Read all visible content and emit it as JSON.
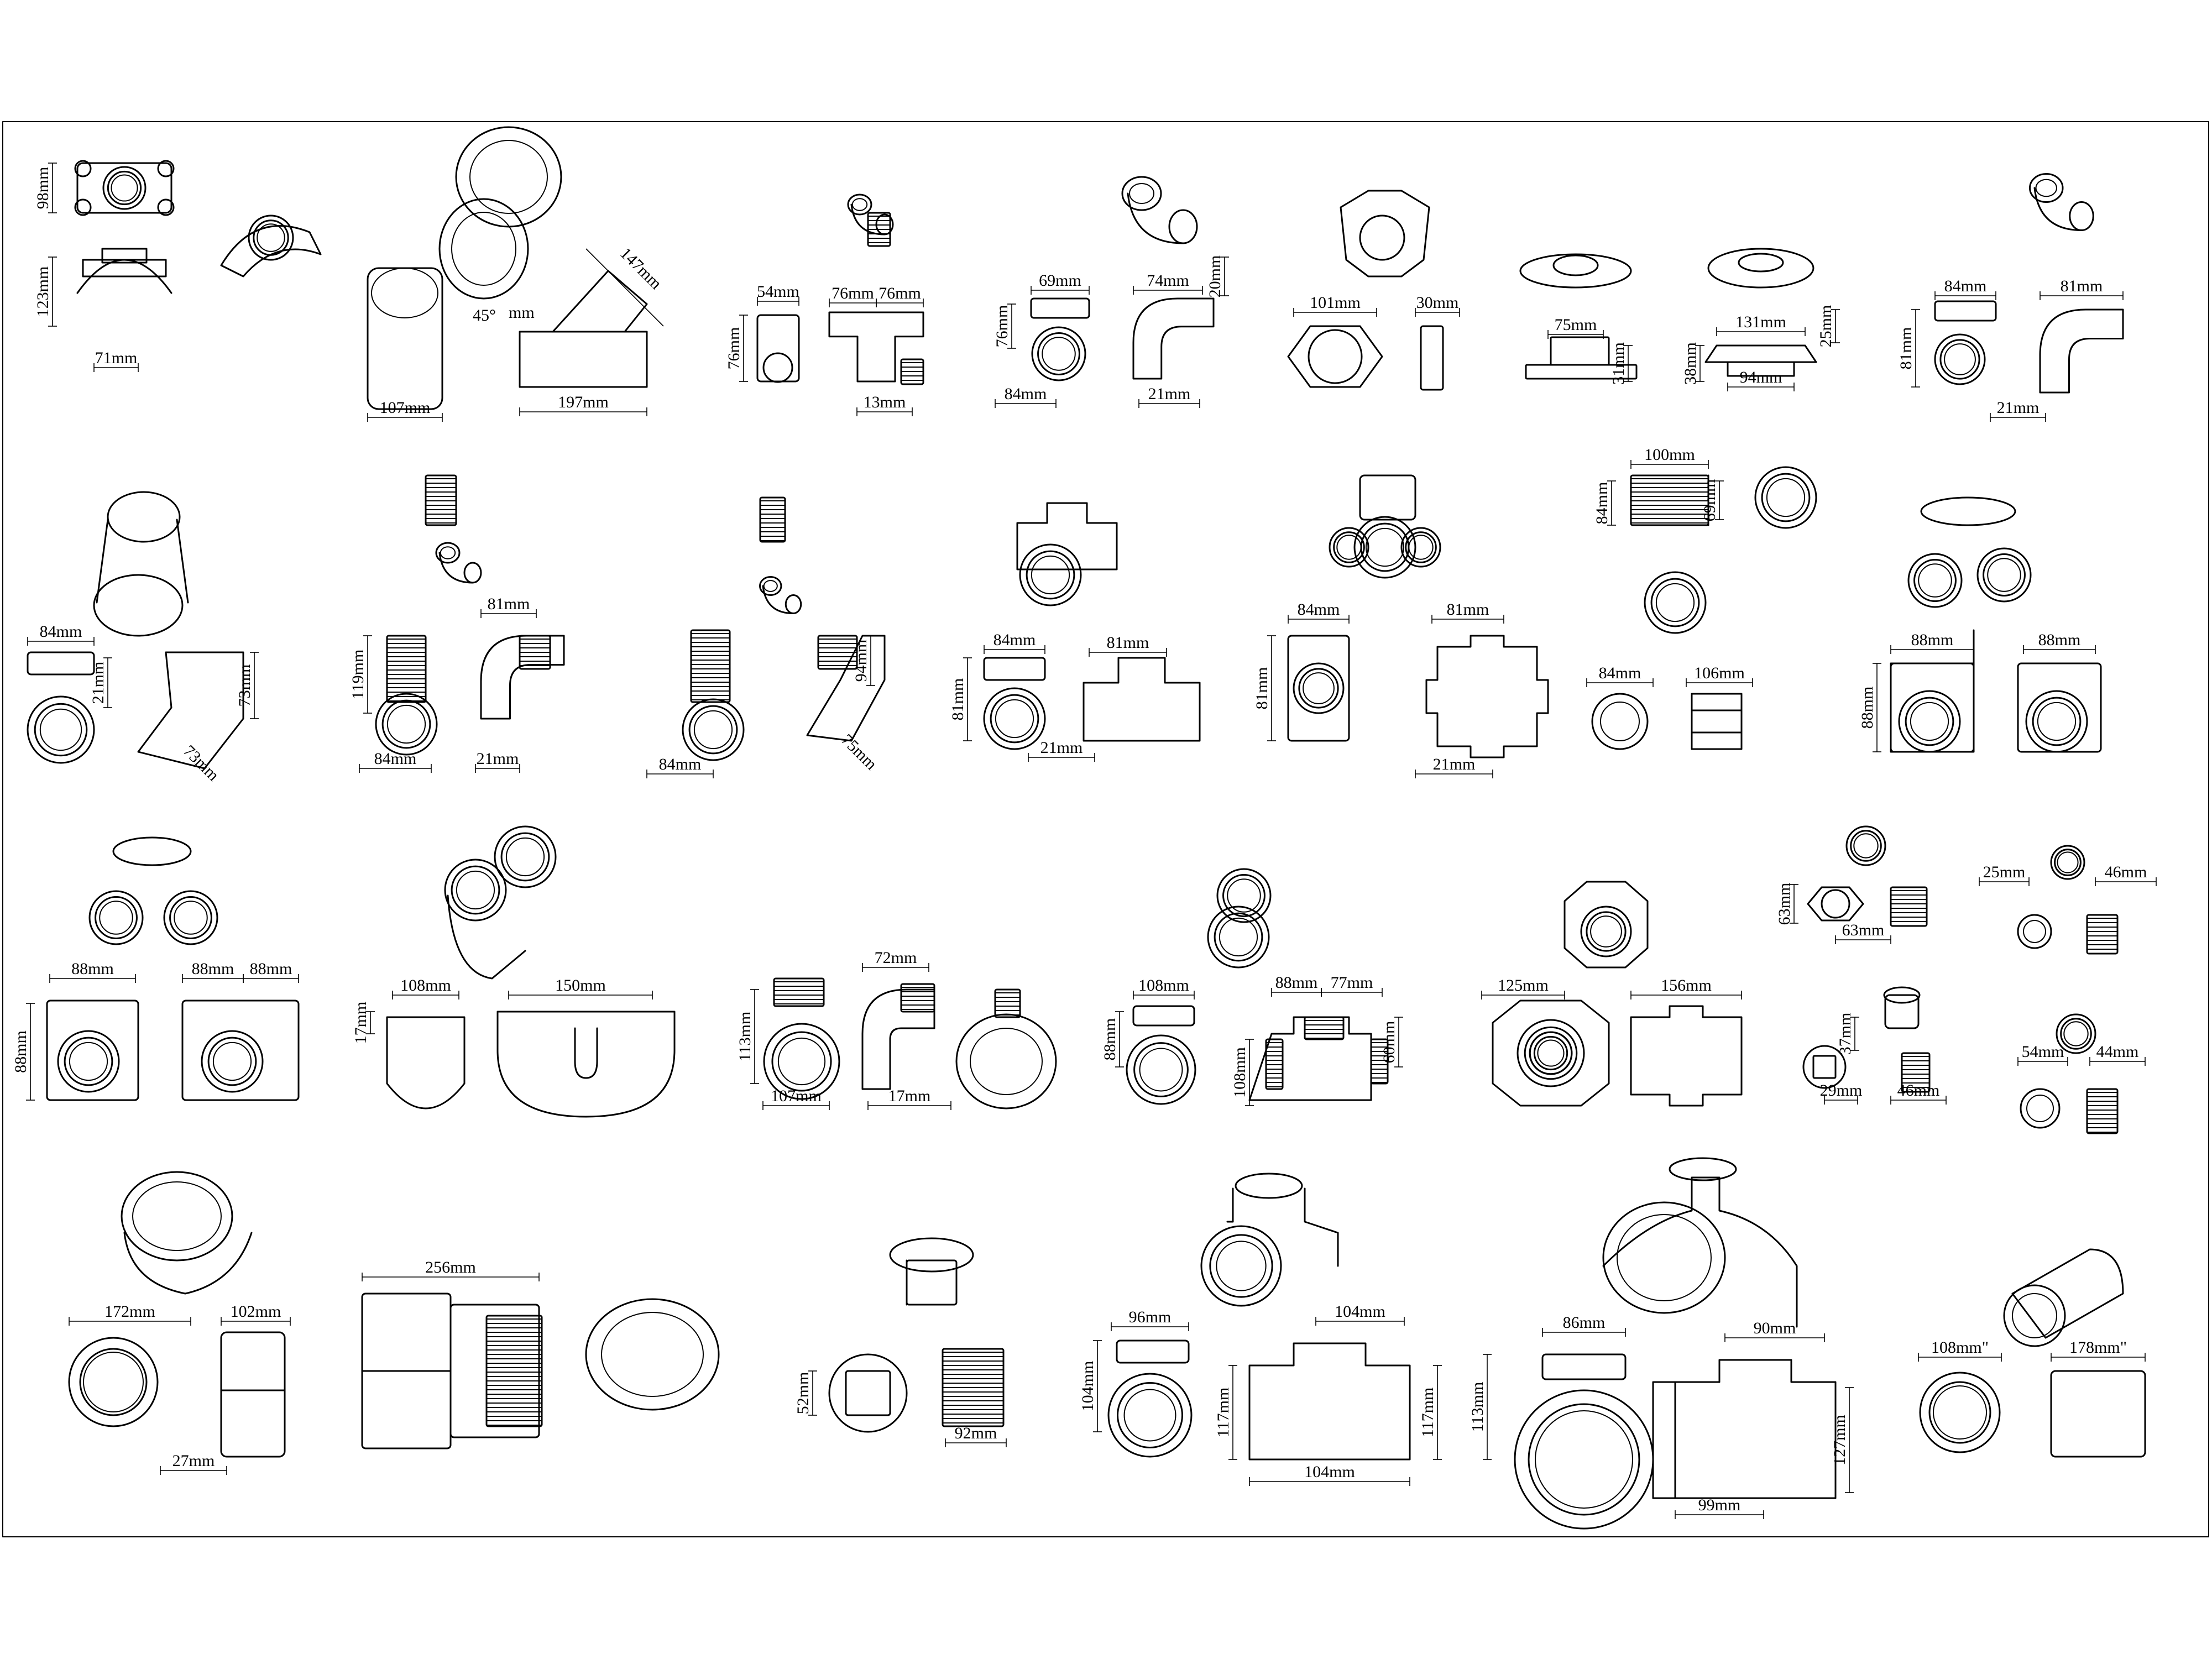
{
  "sheet": {
    "fittings": [
      {
        "name": "pipe-saddle-clamp",
        "dims": [
          "98mm",
          "123mm",
          "71mm"
        ]
      },
      {
        "name": "lateral-wye-45",
        "dims": [
          "107mm",
          "45°",
          "mm",
          "147mm",
          "197mm"
        ]
      },
      {
        "name": "street-tee",
        "dims": [
          "54mm",
          "76mm",
          "76mm",
          "76mm",
          "13mm"
        ]
      },
      {
        "name": "elbow-90-a",
        "dims": [
          "69mm",
          "74mm",
          "20mm",
          "76mm",
          "84mm",
          "21mm"
        ]
      },
      {
        "name": "hex-locknut",
        "dims": [
          "101mm",
          "30mm"
        ]
      },
      {
        "name": "floor-flange-small",
        "dims": [
          "75mm",
          "31mm"
        ]
      },
      {
        "name": "floor-flange-large",
        "dims": [
          "131mm",
          "25mm",
          "38mm",
          "94mm"
        ]
      },
      {
        "name": "elbow-90-b",
        "dims": [
          "84mm",
          "81mm",
          "81mm",
          "21mm"
        ]
      },
      {
        "name": "elbow-45",
        "dims": [
          "84mm",
          "21mm",
          "73mm",
          "73mm"
        ]
      },
      {
        "name": "street-elbow-90",
        "dims": [
          "81mm",
          "119mm",
          "84mm",
          "21mm"
        ]
      },
      {
        "name": "street-elbow-45",
        "dims": [
          "94mm",
          "75mm",
          "84mm"
        ]
      },
      {
        "name": "equal-tee",
        "dims": [
          "84mm",
          "81mm",
          "81mm",
          "21mm"
        ]
      },
      {
        "name": "cross",
        "dims": [
          "84mm",
          "81mm",
          "81mm",
          "21mm"
        ]
      },
      {
        "name": "reducing-coupling",
        "dims": [
          "100mm",
          "84mm",
          "69mm",
          "84mm",
          "106mm"
        ]
      },
      {
        "name": "side-outlet-elbow",
        "dims": [
          "88mm",
          "88mm",
          "88mm"
        ]
      },
      {
        "name": "side-outlet-tee",
        "dims": [
          "88mm",
          "88mm",
          "88mm",
          "88mm"
        ]
      },
      {
        "name": "return-bend",
        "dims": [
          "108mm",
          "17mm",
          "150mm"
        ]
      },
      {
        "name": "street-elbow-large",
        "dims": [
          "72mm",
          "113mm",
          "107mm",
          "17mm"
        ]
      },
      {
        "name": "reducing-tee",
        "dims": [
          "108mm",
          "88mm",
          "88mm",
          "77mm",
          "108mm",
          "60mm"
        ]
      },
      {
        "name": "union",
        "dims": [
          "125mm",
          "156mm"
        ]
      },
      {
        "name": "hex-bushing",
        "dims": [
          "63mm",
          "63mm"
        ]
      },
      {
        "name": "flush-bushing",
        "dims": [
          "25mm",
          "46mm"
        ]
      },
      {
        "name": "square-plug",
        "dims": [
          "37mm",
          "29mm",
          "46mm"
        ]
      },
      {
        "name": "hex-nipple",
        "dims": [
          "54mm",
          "44mm"
        ]
      },
      {
        "name": "large-cap",
        "dims": [
          "172mm",
          "102mm",
          "27mm"
        ]
      },
      {
        "name": "reducing-adapter",
        "dims": [
          "256mm"
        ]
      },
      {
        "name": "close-nipple-plug",
        "dims": [
          "52mm",
          "92mm"
        ]
      },
      {
        "name": "tee-large-a",
        "dims": [
          "96mm",
          "104mm",
          "104mm",
          "117mm",
          "117mm",
          "104mm"
        ]
      },
      {
        "name": "tee-large-b",
        "dims": [
          "86mm",
          "90mm",
          "113mm",
          "127mm",
          "99mm"
        ]
      },
      {
        "name": "long-coupling",
        "dims": [
          "108mm\"",
          "178mm\""
        ]
      }
    ]
  }
}
